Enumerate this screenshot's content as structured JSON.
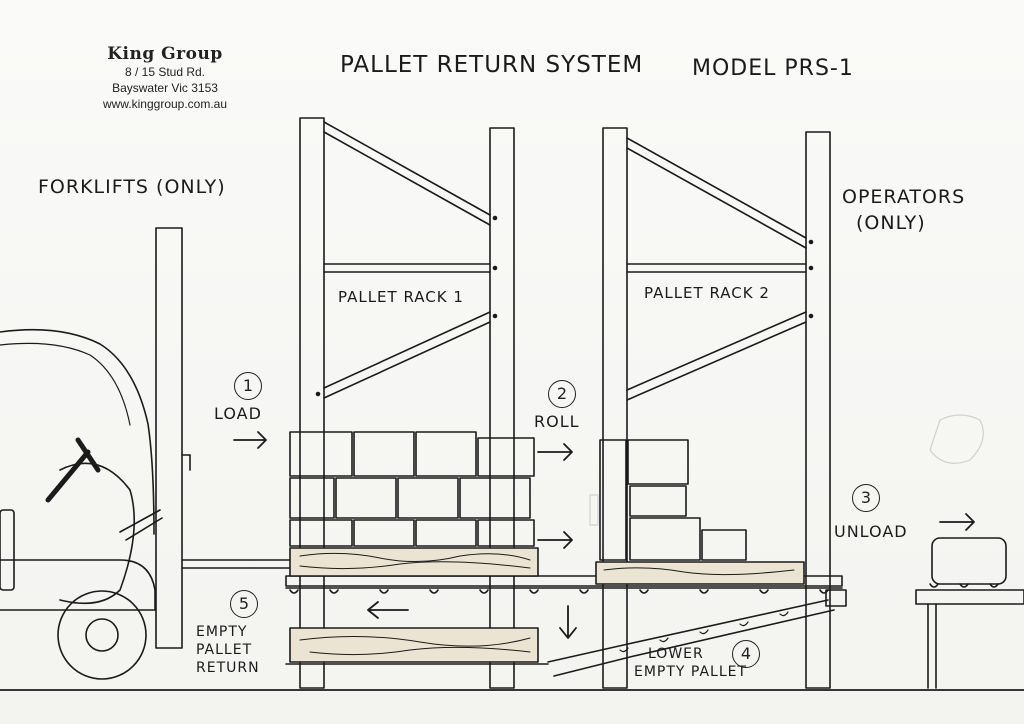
{
  "company": {
    "name": "King Group",
    "address_line1": "8 / 15 Stud Rd.",
    "address_line2": "Bayswater Vic 3153",
    "website": "www.kinggroup.com.au"
  },
  "title": "PALLET RETURN SYSTEM",
  "model": "MODEL PRS-1",
  "zones": {
    "left": "FORKLIFTS (ONLY)",
    "right_line1": "OPERATORS",
    "right_line2": "(ONLY)"
  },
  "racks": {
    "rack1": "PALLET RACK 1",
    "rack2": "PALLET RACK 2"
  },
  "steps": [
    {
      "number": "1",
      "label": "LOAD"
    },
    {
      "number": "2",
      "label": "ROLL"
    },
    {
      "number": "3",
      "label": "UNLOAD"
    },
    {
      "number": "4",
      "label_line1": "LOWER",
      "label_line2": "EMPTY PALLET"
    },
    {
      "number": "5",
      "label_line1": "EMPTY",
      "label_line2": "PALLET",
      "label_line3": "RETURN"
    }
  ],
  "colors": {
    "ink": "#1b1b1b",
    "paper": "#f7f7f5",
    "wood": "#d9c9a8",
    "ghost": "#c8c8c8"
  }
}
